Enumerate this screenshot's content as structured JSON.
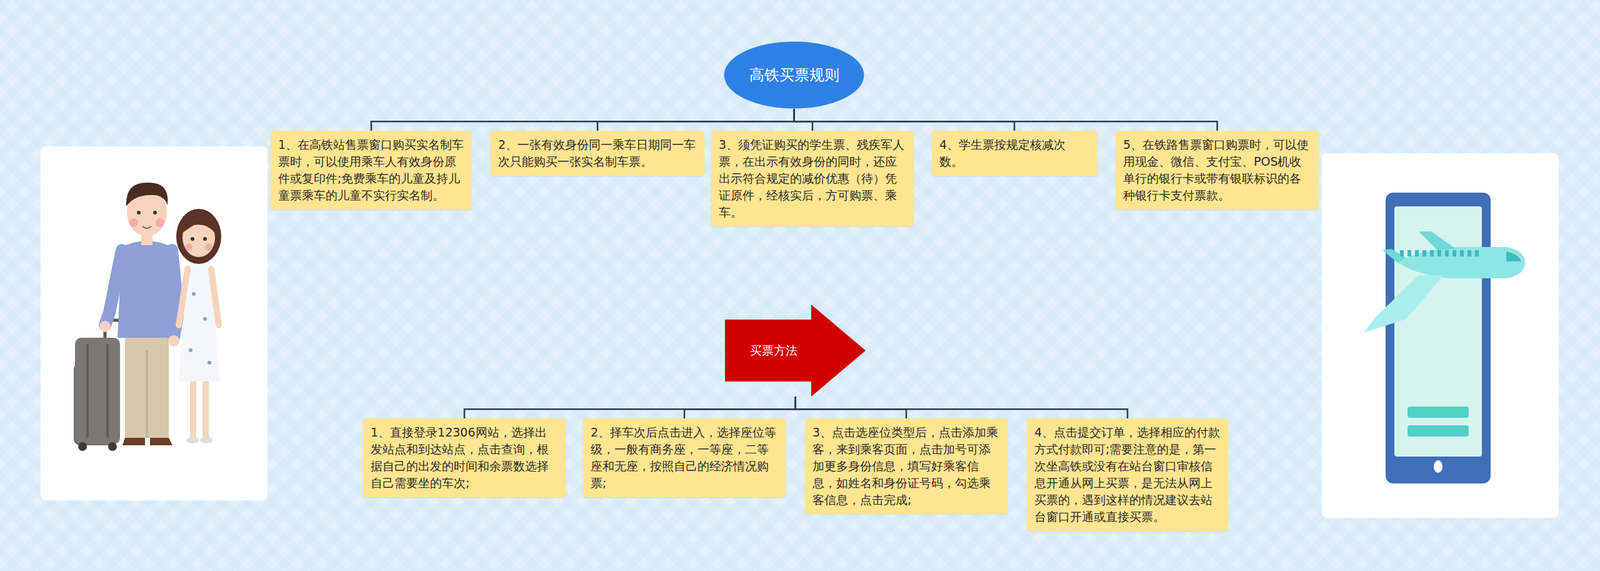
{
  "diagram": {
    "nodes": [
      {
        "text": [
          "高铁买票规则"
        ]
      },
      {
        "text": [
          "1、在高铁站售票窗口购买实名制车票时，可以使用乘车人有效身份原件或复印件;免费乘车的儿童及持儿童票乘车的儿童不实行实名制。"
        ]
      },
      {
        "text": [
          "2、一张有效身份同一乘车日期同一车次只能购买一张实名制车票。"
        ]
      },
      {
        "text": [
          "3、须凭证购买的学生票、残疾军人票，在出示有效身份的同时，还应出示符合规定的减价优惠（待）凭证原件，经核实后，方可购票、乘车。"
        ]
      },
      {
        "text": [
          "4、学生票按规定核减次数。"
        ]
      },
      {
        "text": [
          "5、在铁路售票窗口购票时，可以使用现金、微信、支付宝、POS机收单行的银行卡或带有银联标识的各种银行卡支付票款。"
        ]
      },
      {
        "text": [
          "买票方法"
        ]
      },
      {
        "text": [
          "1、直接登录12306网站，选择出发站点和到达站点，点击查询，根据自己的出发的时间和余票数选择自己需要坐的车次;"
        ]
      },
      {
        "text": [
          "2、择车次后点击进入，选择座位等级，一般有商务座，一等座，二等座和无座，按照自己的经济情况购票;"
        ]
      },
      {
        "text": [
          "3、点击选座位类型后，点击添加乘客，来到乘客页面，点击加号可添加更多身份信息，填写好乘客信息，如姓名和身份证号码，勾选乘客信息，点击完成;"
        ]
      },
      {
        "text": [
          "4、点击提交订单，选择相应的付款方式付款即可;需要注意的是，第一次坐高铁或没有在站台窗口审核信息开通从网上买票，是无法从网上买票的，遇到这样的情况建议去站台窗口开通或直接买票。"
        ]
      }
    ],
    "edges": [
      {
        "from": 0,
        "to": 1,
        "arrow": "none"
      },
      {
        "from": 0,
        "to": 2,
        "arrow": "none"
      },
      {
        "from": 0,
        "to": 3,
        "arrow": "none"
      },
      {
        "from": 0,
        "to": 4,
        "arrow": "none"
      },
      {
        "from": 0,
        "to": 5,
        "arrow": "none"
      },
      {
        "from": 6,
        "to": 7,
        "arrow": "none"
      },
      {
        "from": 6,
        "to": 8,
        "arrow": "none"
      },
      {
        "from": 6,
        "to": 9,
        "arrow": "none"
      },
      {
        "from": 6,
        "to": 10,
        "arrow": "none"
      }
    ]
  }
}
